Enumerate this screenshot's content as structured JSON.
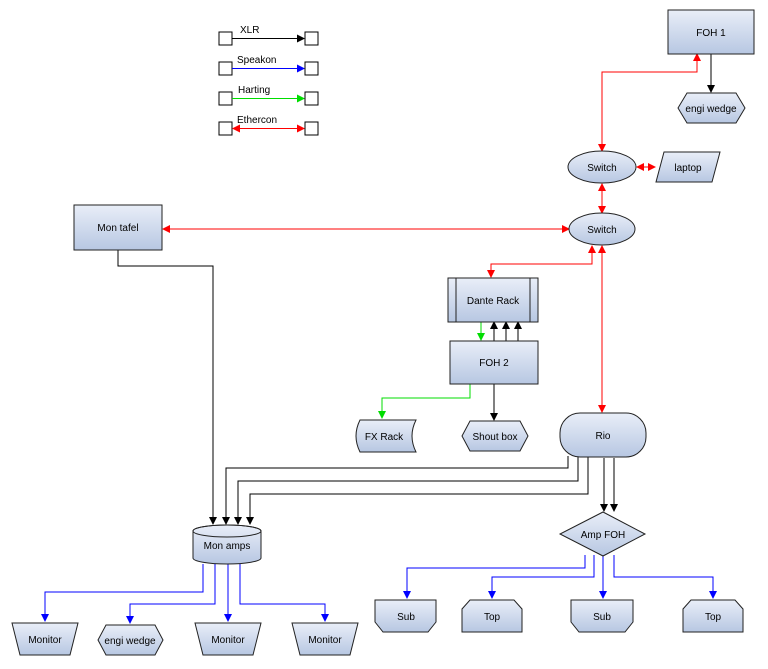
{
  "colors": {
    "xlr": "#000000",
    "speakon": "#0000ff",
    "harting": "#00dd00",
    "ethercon": "#ff0000",
    "node_fill_top": "#e9eef8",
    "node_fill_bottom": "#b7c7e2"
  },
  "legend": {
    "xlr": "XLR",
    "speakon": "Speakon",
    "harting": "Harting",
    "ethercon": "Ethercon"
  },
  "nodes": {
    "foh1": "FOH 1",
    "engi_wedge_top": "engi wedge",
    "switch1": "Switch",
    "laptop": "laptop",
    "switch2": "Switch",
    "mon_tafel": "Mon tafel",
    "dante_rack": "Dante Rack",
    "foh2": "FOH 2",
    "fx_rack": "FX Rack",
    "shout_box": "Shout box",
    "rio": "Rio",
    "mon_amps": "Mon amps",
    "amp_foh": "Amp FOH",
    "sub1": "Sub",
    "top1": "Top",
    "sub2": "Sub",
    "top2": "Top",
    "monitor1": "Monitor",
    "engi_wedge_bottom": "engi wedge",
    "monitor2": "Monitor",
    "monitor3": "Monitor"
  }
}
